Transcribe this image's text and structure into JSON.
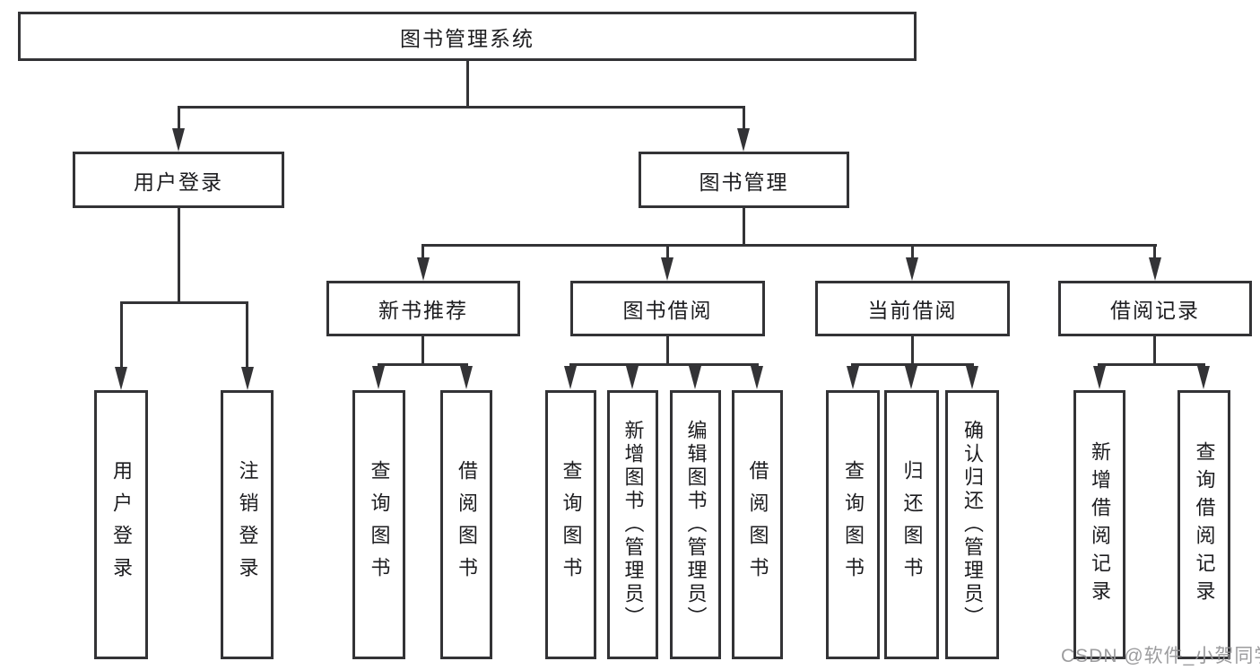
{
  "diagram": {
    "title": "图书管理系统",
    "type": "functional-structure-tree",
    "colors": {
      "line": "#333336",
      "text": "#1c1c1f",
      "background": "#ffffff",
      "watermark": "#949496"
    }
  },
  "nodes": {
    "root": {
      "label": "图书管理系统"
    },
    "login_group": {
      "label": "用户登录"
    },
    "book_mgmt": {
      "label": "图书管理"
    },
    "login_leaf": {
      "label": "用户登录"
    },
    "logout_leaf": {
      "label": "注销登录"
    },
    "rec_group": {
      "label": "新书推荐"
    },
    "borrow_group": {
      "label": "图书借阅"
    },
    "current_group": {
      "label": "当前借阅"
    },
    "record_group": {
      "label": "借阅记录"
    },
    "rec_query": {
      "label": "查询图书"
    },
    "rec_borrow": {
      "label": "借阅图书"
    },
    "borrow_query": {
      "label": "查询图书"
    },
    "borrow_add": {
      "label": "新增图书（管理员）"
    },
    "borrow_edit": {
      "label": "编辑图书（管理员）"
    },
    "borrow_borrow": {
      "label": "借阅图书"
    },
    "current_query": {
      "label": "查询图书"
    },
    "current_return": {
      "label": "归还图书"
    },
    "current_confirm": {
      "label": "确认归还（管理员）"
    },
    "record_add": {
      "label": "新增借阅记录"
    },
    "record_query": {
      "label": "查询借阅记录"
    }
  },
  "hierarchy": {
    "图书管理系统": {
      "用户登录": [
        "用户登录",
        "注销登录"
      ],
      "图书管理": {
        "新书推荐": [
          "查询图书",
          "借阅图书"
        ],
        "图书借阅": [
          "查询图书",
          "新增图书（管理员）",
          "编辑图书（管理员）",
          "借阅图书"
        ],
        "当前借阅": [
          "查询图书",
          "归还图书",
          "确认归还（管理员）"
        ],
        "借阅记录": [
          "新增借阅记录",
          "查询借阅记录"
        ]
      }
    }
  },
  "watermark": {
    "text": "CSDN @软件_小贺同学"
  }
}
